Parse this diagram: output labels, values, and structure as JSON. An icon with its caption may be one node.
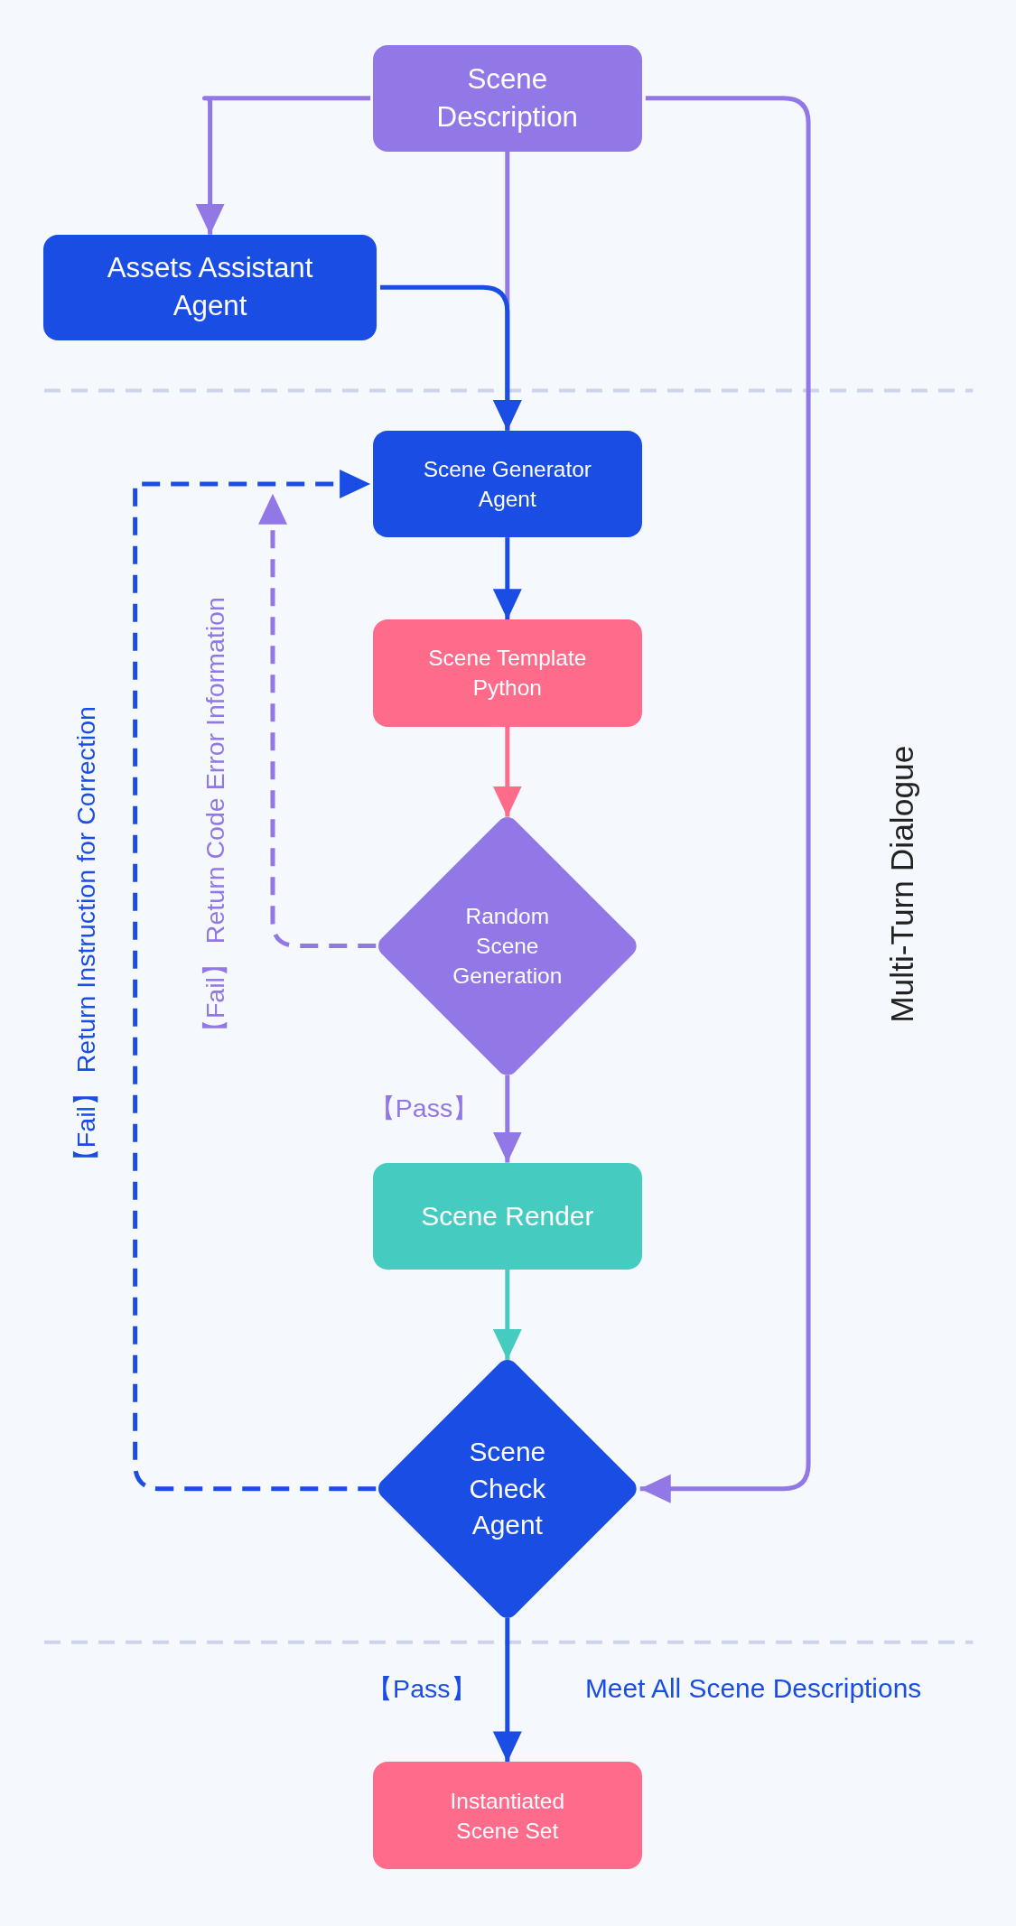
{
  "diagram": {
    "nodes": [
      {
        "text": [
          "Scene Description"
        ]
      },
      {
        "text": [
          "Assets Assistant Agent"
        ]
      },
      {
        "text": [
          "Scene Generator Agent"
        ]
      },
      {
        "text": [
          "Scene Template Python"
        ]
      },
      {
        "text": [
          "Random Scene Generation"
        ]
      },
      {
        "text": [
          "Scene Render"
        ]
      },
      {
        "text": [
          "Scene Check Agent"
        ]
      },
      {
        "text": [
          "Instantiated Scene Set"
        ]
      }
    ],
    "edges": [
      {
        "from": 0,
        "to": 1,
        "arrow": "to"
      },
      {
        "from": 0,
        "to": 2,
        "arrow": "to"
      },
      {
        "from": 1,
        "to": 2,
        "arrow": "to",
        "color": "#1a4de3"
      },
      {
        "from": 0,
        "to": 6,
        "arrow": "to",
        "label": "Multi-Turn Dialogue"
      },
      {
        "from": 2,
        "to": 3,
        "arrow": "to",
        "color": "#1a4de3"
      },
      {
        "from": 3,
        "to": 4,
        "arrow": "to",
        "color": "#ff6b8b"
      },
      {
        "from": 4,
        "to": 5,
        "arrow": "to",
        "label": "【Pass】"
      },
      {
        "from": 4,
        "to": 2,
        "arrow": "to",
        "style": "dashed",
        "label": "【Fail】 Return Code Error Information"
      },
      {
        "from": 5,
        "to": 6,
        "arrow": "to",
        "color": "#46cbc0"
      },
      {
        "from": 6,
        "to": 7,
        "arrow": "to",
        "color": "#1a4de3",
        "label": "【Pass】"
      },
      {
        "from": 6,
        "to": 2,
        "arrow": "to",
        "style": "dashed",
        "color": "#1a4de3",
        "label": "【Fail】 Return Instruction for Correction"
      }
    ],
    "labels": [
      "Meet All Scene Descriptions"
    ]
  }
}
